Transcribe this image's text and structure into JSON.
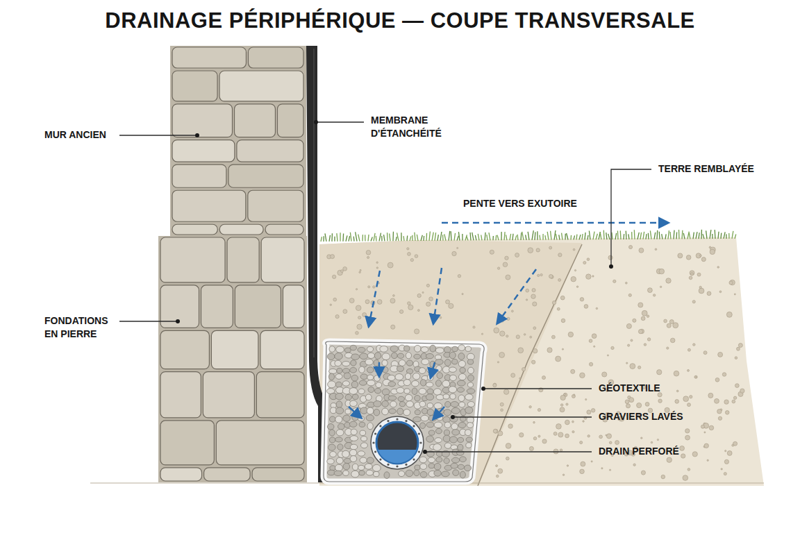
{
  "diagram": {
    "title": "DRAINAGE PÉRIPHÉRIQUE — COUPE TRANSVERSALE",
    "labels": [
      "MUR ANCIEN",
      "MEMBRANE D'ÉTANCHÉITÉ",
      "TERRE REMBLAYÉE",
      "PENTE VERS EXUTOIRE",
      "FONDATIONS EN PIERRE",
      "GÉOTEXTILE",
      "GRAVIERS LAVÉS",
      "DRAIN PERFORÉ"
    ]
  }
}
